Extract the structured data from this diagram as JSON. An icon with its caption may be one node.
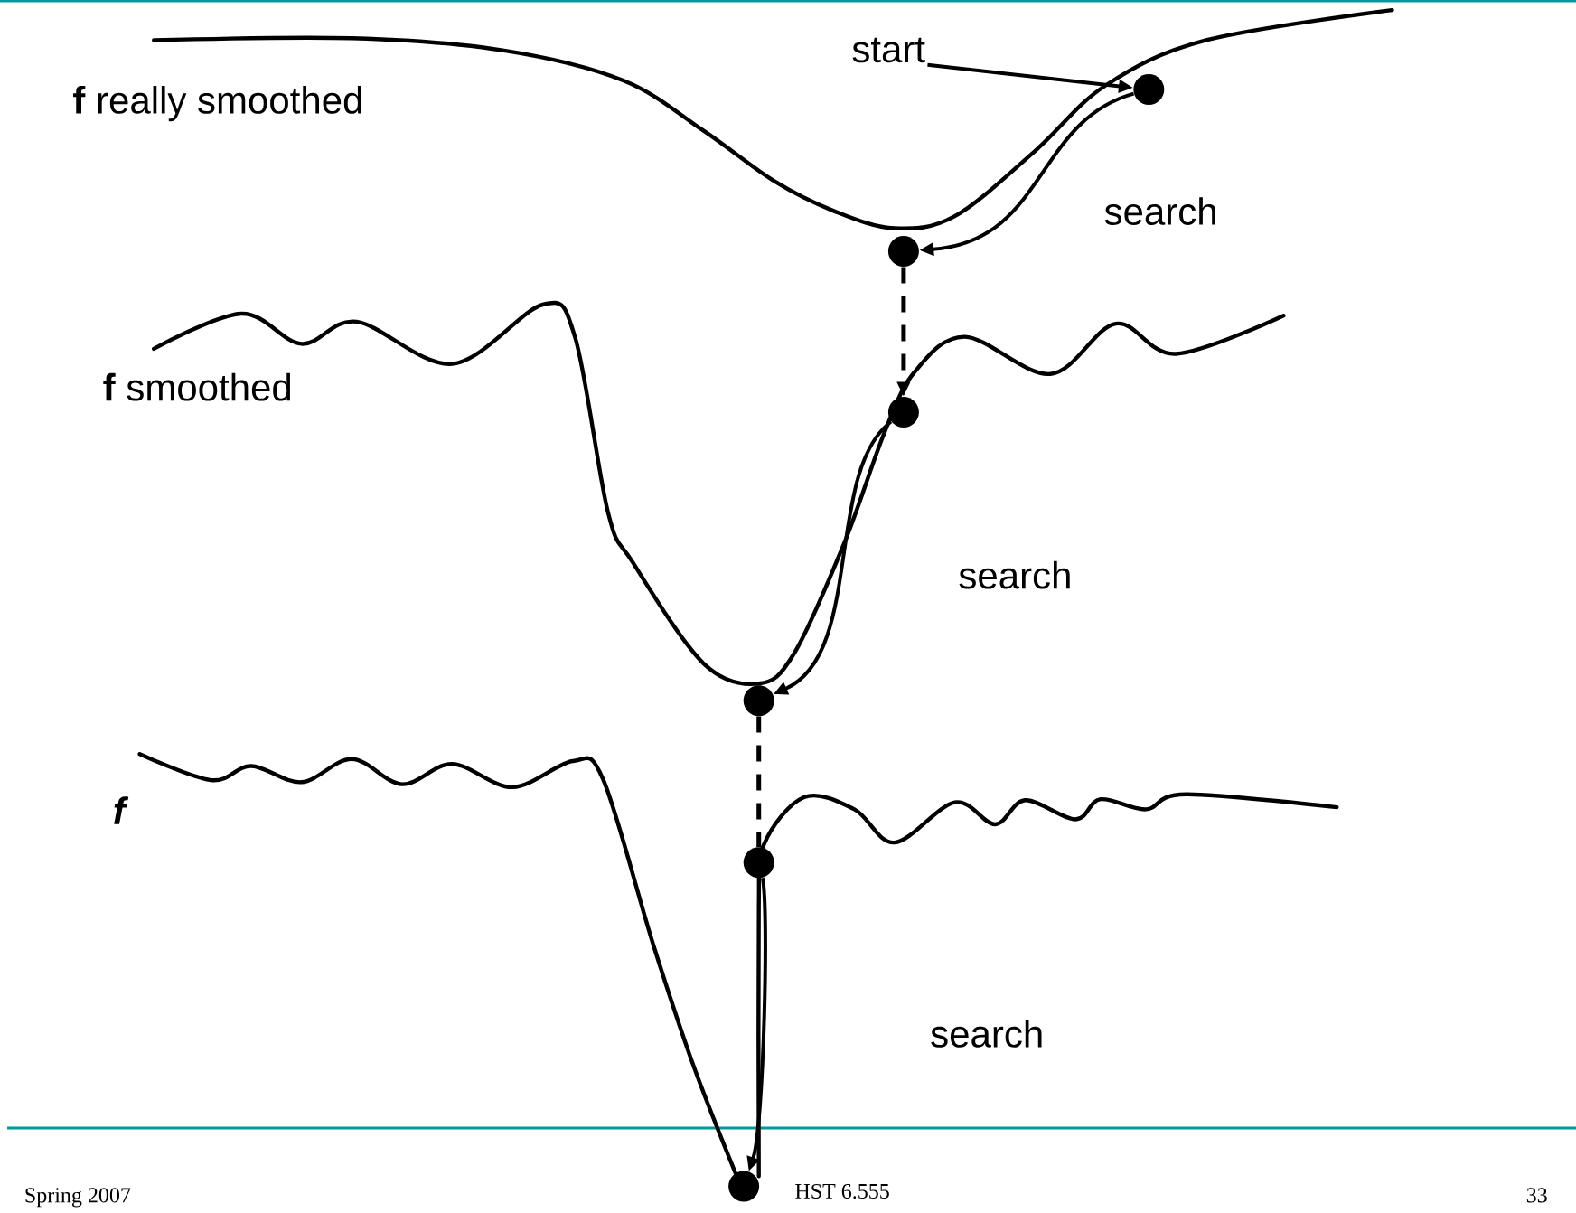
{
  "diagram": {
    "nodes": [
      {
        "text": [
          "start"
        ]
      },
      {
        "text": [],
        "shape": "circle"
      },
      {
        "text": [],
        "shape": "circle"
      },
      {
        "text": [],
        "shape": "circle"
      },
      {
        "text": [],
        "shape": "circle"
      },
      {
        "text": [],
        "shape": "circle"
      },
      {
        "text": [],
        "shape": "circle"
      }
    ],
    "edges": [
      {
        "from": 0,
        "to": 1,
        "arrow": "to"
      },
      {
        "from": 1,
        "to": 2,
        "arrow": "to",
        "label": "search"
      },
      {
        "from": 2,
        "to": 3,
        "arrow": "to",
        "style": "dashed"
      },
      {
        "from": 3,
        "to": 4,
        "arrow": "to",
        "label": "search"
      },
      {
        "from": 4,
        "to": 5,
        "arrow": "none",
        "style": "dashed"
      },
      {
        "from": 5,
        "to": 6,
        "arrow": "to",
        "label": "search"
      }
    ],
    "labels": [
      "**f** really smoothed",
      "**f** smoothed",
      "f",
      "Spring 2007",
      "HST 6.555",
      "33"
    ]
  }
}
